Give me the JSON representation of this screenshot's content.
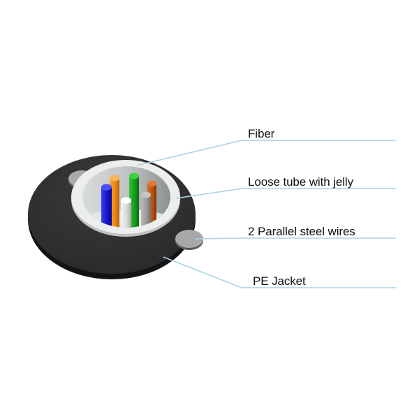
{
  "diagram": {
    "type": "cable-cross-section",
    "components": {
      "outer_jacket": {
        "color": "#2e2e2e",
        "edge_color": "#1a1a1a"
      },
      "loose_tube": {
        "color": "#e9ecec",
        "inner_color": "#c9cccc"
      },
      "steel_wires": {
        "count": 2,
        "color": "#a8a8a8"
      },
      "fibers": [
        {
          "color_name": "blue",
          "color": "#1b1fd6"
        },
        {
          "color_name": "orange",
          "color": "#ef8a12"
        },
        {
          "color_name": "white",
          "color": "#e8e8e8"
        },
        {
          "color_name": "green",
          "color": "#17a11d"
        },
        {
          "color_name": "gray",
          "color": "#9a9a9a"
        },
        {
          "color_name": "brown",
          "color": "#c2560e"
        }
      ]
    },
    "leader_line_color": "#a9d3e3"
  },
  "labels": [
    {
      "id": "fiber",
      "text": "Fiber"
    },
    {
      "id": "loose-tube",
      "text": "Loose tube with jelly"
    },
    {
      "id": "steel-wires",
      "text": "2 Parallel steel wires"
    },
    {
      "id": "pe-jacket",
      "text": "PE Jacket"
    }
  ]
}
